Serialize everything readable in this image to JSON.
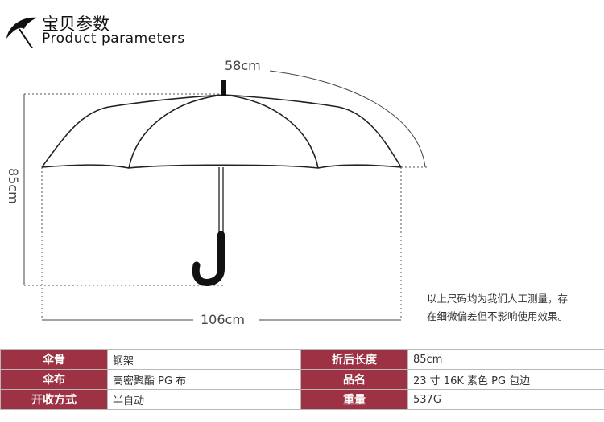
{
  "header": {
    "title_cn": "宝贝参数",
    "title_en": "Product parameters",
    "logo_icon": "umbrella-icon"
  },
  "dimensions": {
    "length": "58cm",
    "height": "85cm",
    "diameter": "106cm"
  },
  "note": {
    "line1": "以上尺码均为我们人工测量，存",
    "line2": "在细微偏差但不影响使用效果。"
  },
  "params": [
    {
      "label1": "伞骨",
      "value1": "钢架",
      "label2": "折后长度",
      "value2": "85cm"
    },
    {
      "label1": "伞布",
      "value1": "高密聚酯 PG 布",
      "label2": "品名",
      "value2": "23 寸 16K 素色 PG 包边"
    },
    {
      "label1": "开收方式",
      "value1": "半自动",
      "label2": "重量",
      "value2": "537G"
    }
  ],
  "colors": {
    "label_bg": "#9c3244",
    "line": "#222222"
  }
}
